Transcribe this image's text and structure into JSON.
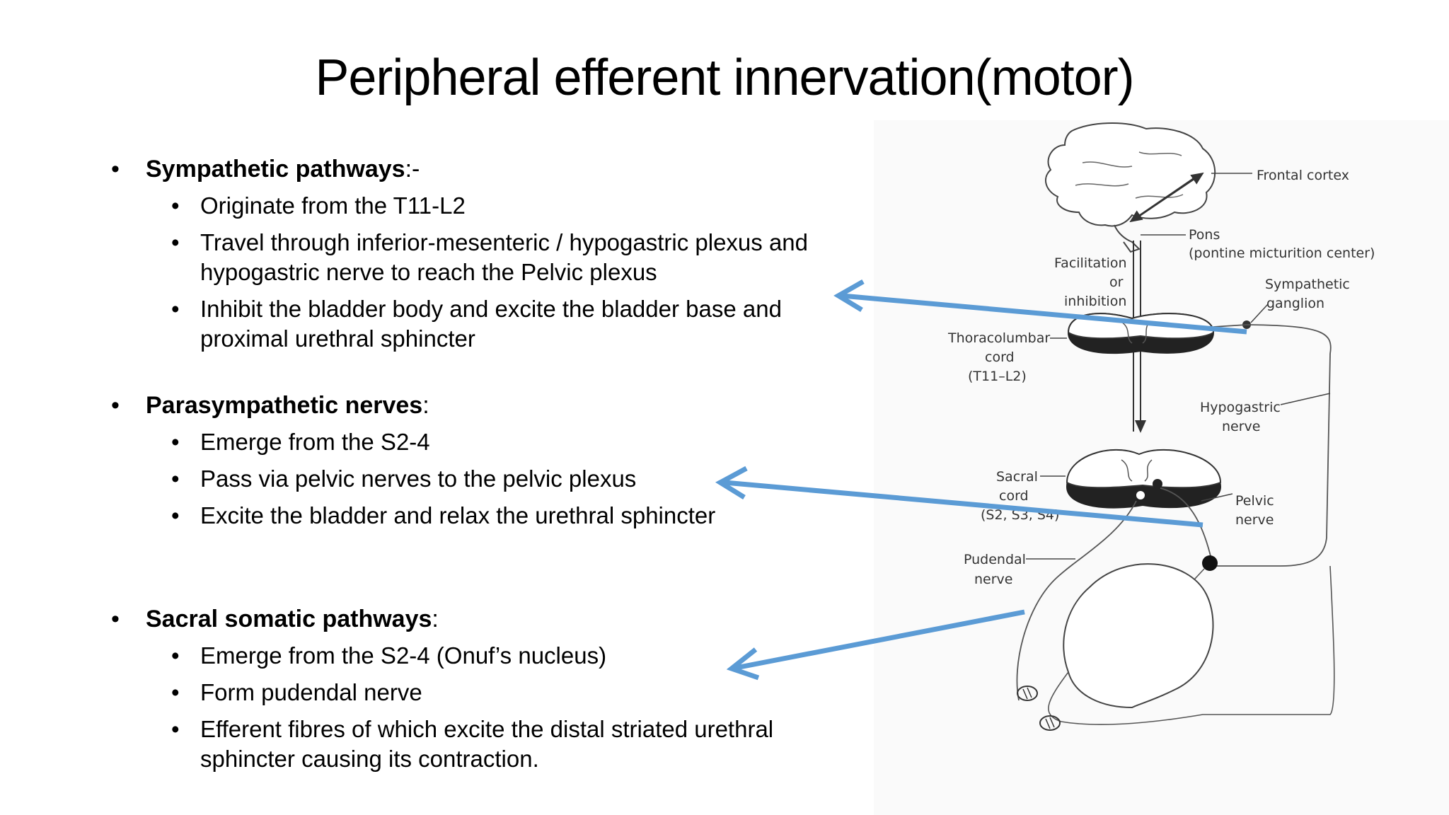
{
  "title": "Peripheral efferent innervation(motor)",
  "bullet_glyph": "•",
  "sections": [
    {
      "heading": "Sympathetic pathways",
      "suffix": ":-",
      "items": [
        "Originate from the T11-L2",
        "Travel through inferior-mesenteric / hypogastric plexus and hypogastric nerve to reach the Pelvic plexus",
        "Inhibit the bladder body and excite the bladder base and proximal urethral sphincter"
      ]
    },
    {
      "heading": "Parasympathetic nerves",
      "suffix": ":",
      "items": [
        "Emerge from the S2-4",
        "Pass via pelvic nerves to the pelvic plexus",
        "Excite the bladder and relax the urethral sphincter"
      ]
    },
    {
      "heading": "Sacral somatic pathways",
      "suffix": ":",
      "items": [
        "Emerge from the S2-4 (Onuf’s nucleus)",
        "Form pudendal nerve",
        "Efferent fibres of which  excite the distal striated urethral sphincter causing its contraction."
      ]
    }
  ],
  "diagram": {
    "labels": {
      "frontal_cortex": "Frontal cortex",
      "pons": "Pons",
      "pons_detail": "(pontine micturition center)",
      "facilitation": "Facilitation",
      "or": "or",
      "inhibition": "inhibition",
      "sympathetic": "Sympathetic",
      "ganglion": "ganglion",
      "thoracolumbar": "Thoracolumbar",
      "cord_1": "cord",
      "t11_l2": "(T11–L2)",
      "hypogastric": "Hypogastric",
      "nerve_1": "nerve",
      "sacral": "Sacral",
      "cord_2": "cord",
      "s2_s4": "(S2, S3, S4)",
      "pelvic": "Pelvic",
      "nerve_2": "nerve",
      "pudendal": "Pudendal",
      "nerve_3": "nerve"
    },
    "arrow_color": "#5b9bd5",
    "line_color": "#444444"
  }
}
